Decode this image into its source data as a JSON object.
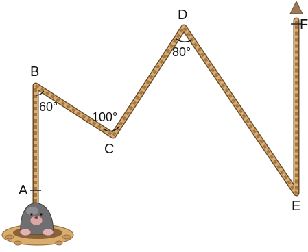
{
  "diagram": {
    "points": {
      "A": "A",
      "B": "B",
      "C": "C",
      "D": "D",
      "E": "E",
      "F": "F"
    },
    "angles": {
      "B": "60°",
      "C": "100°",
      "D": "80°"
    },
    "colors": {
      "path_fill": "#c9a06a",
      "path_stroke": "#7a5530",
      "arrow": "#9b7a55",
      "mole_body": "#6f6f72",
      "dirt": "#d8ad6e"
    },
    "icons": {
      "start": "mole-icon",
      "end": "arrow-up-icon"
    }
  }
}
